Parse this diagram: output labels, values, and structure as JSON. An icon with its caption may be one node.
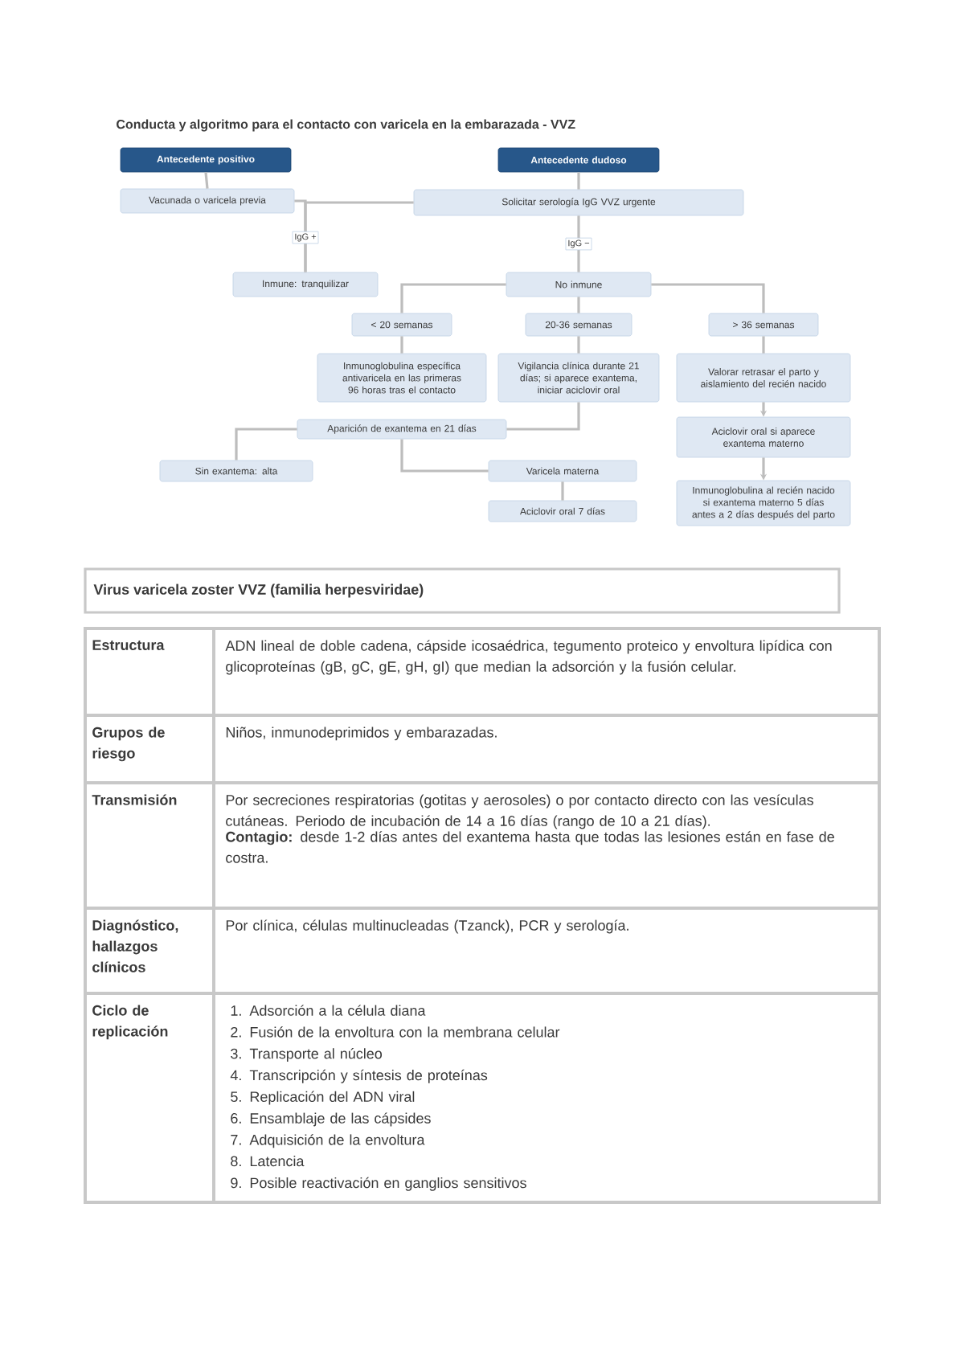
{
  "diagram": {
    "title": "Conducta y algoritmo para el contacto con varicela en la embarazada - VVZ",
    "nodes": [
      {
        "text": [
          "Antecedente positivo"
        ]
      },
      {
        "text": [
          "Antecedente dudoso"
        ]
      },
      {
        "text": [
          "Vacunada o varicela previa"
        ]
      },
      {
        "text": [
          "Solicitar serología IgG VVZ urgente"
        ]
      },
      {
        "text": [
          "Inmune: tranquilizar"
        ]
      },
      {
        "text": [
          "No inmune"
        ]
      },
      {
        "text": [
          "< 20 semanas"
        ]
      },
      {
        "text": [
          "20-36 semanas"
        ]
      },
      {
        "text": [
          "> 36 semanas"
        ]
      },
      {
        "text": [
          "Inmunoglobulina específica antivaricela en las primeras 96 horas tras el contacto"
        ]
      },
      {
        "text": [
          "Vigilancia clínica durante 21 días; si aparece exantema, iniciar aciclovir oral"
        ]
      },
      {
        "text": [
          "Valorar retrasar el parto y aislamiento del recién nacido"
        ]
      },
      {
        "text": [
          "Aparición de exantema en 21 días"
        ]
      },
      {
        "text": [
          "Sin exantema: alta"
        ]
      },
      {
        "text": [
          "Varicela materna"
        ]
      },
      {
        "text": [
          "Aciclovir oral 7 días"
        ]
      },
      {
        "text": [
          "Aciclovir oral si aparece exantema materno"
        ]
      },
      {
        "text": [
          "Inmunoglobulina al recién nacido si exantema materno 5 días antes a 2 días después del parto"
        ]
      }
    ],
    "edges": [
      {
        "from": 0,
        "to": 2,
        "arrow": "none"
      },
      {
        "from": 1,
        "to": 3,
        "arrow": "none"
      },
      {
        "from": 2,
        "to": 4,
        "arrow": "none"
      },
      {
        "from": 3,
        "to": 4,
        "arrow": "none",
        "label": "IgG +"
      },
      {
        "from": 3,
        "to": 5,
        "arrow": "none",
        "label": "IgG −"
      },
      {
        "from": 5,
        "to": 6,
        "arrow": "none"
      },
      {
        "from": 5,
        "to": 7,
        "arrow": "none"
      },
      {
        "from": 5,
        "to": 8,
        "arrow": "none"
      },
      {
        "from": 6,
        "to": 9,
        "arrow": "none"
      },
      {
        "from": 7,
        "to": 10,
        "arrow": "none"
      },
      {
        "from": 8,
        "to": 11,
        "arrow": "none"
      },
      {
        "from": 10,
        "to": 12,
        "arrow": "none"
      },
      {
        "from": 12,
        "to": 13,
        "arrow": "none"
      },
      {
        "from": 12,
        "to": 14,
        "arrow": "none"
      },
      {
        "from": 14,
        "to": 15,
        "arrow": "none"
      },
      {
        "from": 11,
        "to": 16,
        "arrow": "to"
      },
      {
        "from": 16,
        "to": 17,
        "arrow": "to"
      }
    ],
    "labels": [
      "Virus varicela zoster VVZ (familia herpesviridae)",
      "Estructura",
      "ADN lineal de doble cadena, cápside icosaédrica, tegumento proteico y envoltura lipídica con glicoproteínas (gB, gC, gE, gH, gI) que median la adsorción y la fusión celular.",
      "Grupos de riesgo",
      "Niños, inmunodeprimidos y embarazadas.",
      "Transmisión",
      "Por secreciones respiratorias (gotitas y aerosoles) o por contacto directo con las vesículas cutáneas. Periodo de incubación de 14 a 16 días (rango de 10 a 21 días).",
      "**Contagio:** desde 1-2 días antes del exantema hasta que todas las lesiones están en fase de costra.",
      "Diagnóstico, hallazgos clínicos",
      "Por clínica, células multinucleadas (Tzanck), PCR y serología.",
      "Ciclo de replicación",
      "1. Adsorción a la célula diana",
      "2. Fusión de la envoltura con la membrana celular",
      "3. Transporte al núcleo",
      "4. Transcripción y síntesis de proteínas",
      "5. Replicación del ADN viral",
      "6. Ensamblaje de las cápsides",
      "7. Adquisición de la envoltura",
      "8. Latencia",
      "9. Posible reactivación en ganglios sensitivos"
    ]
  }
}
